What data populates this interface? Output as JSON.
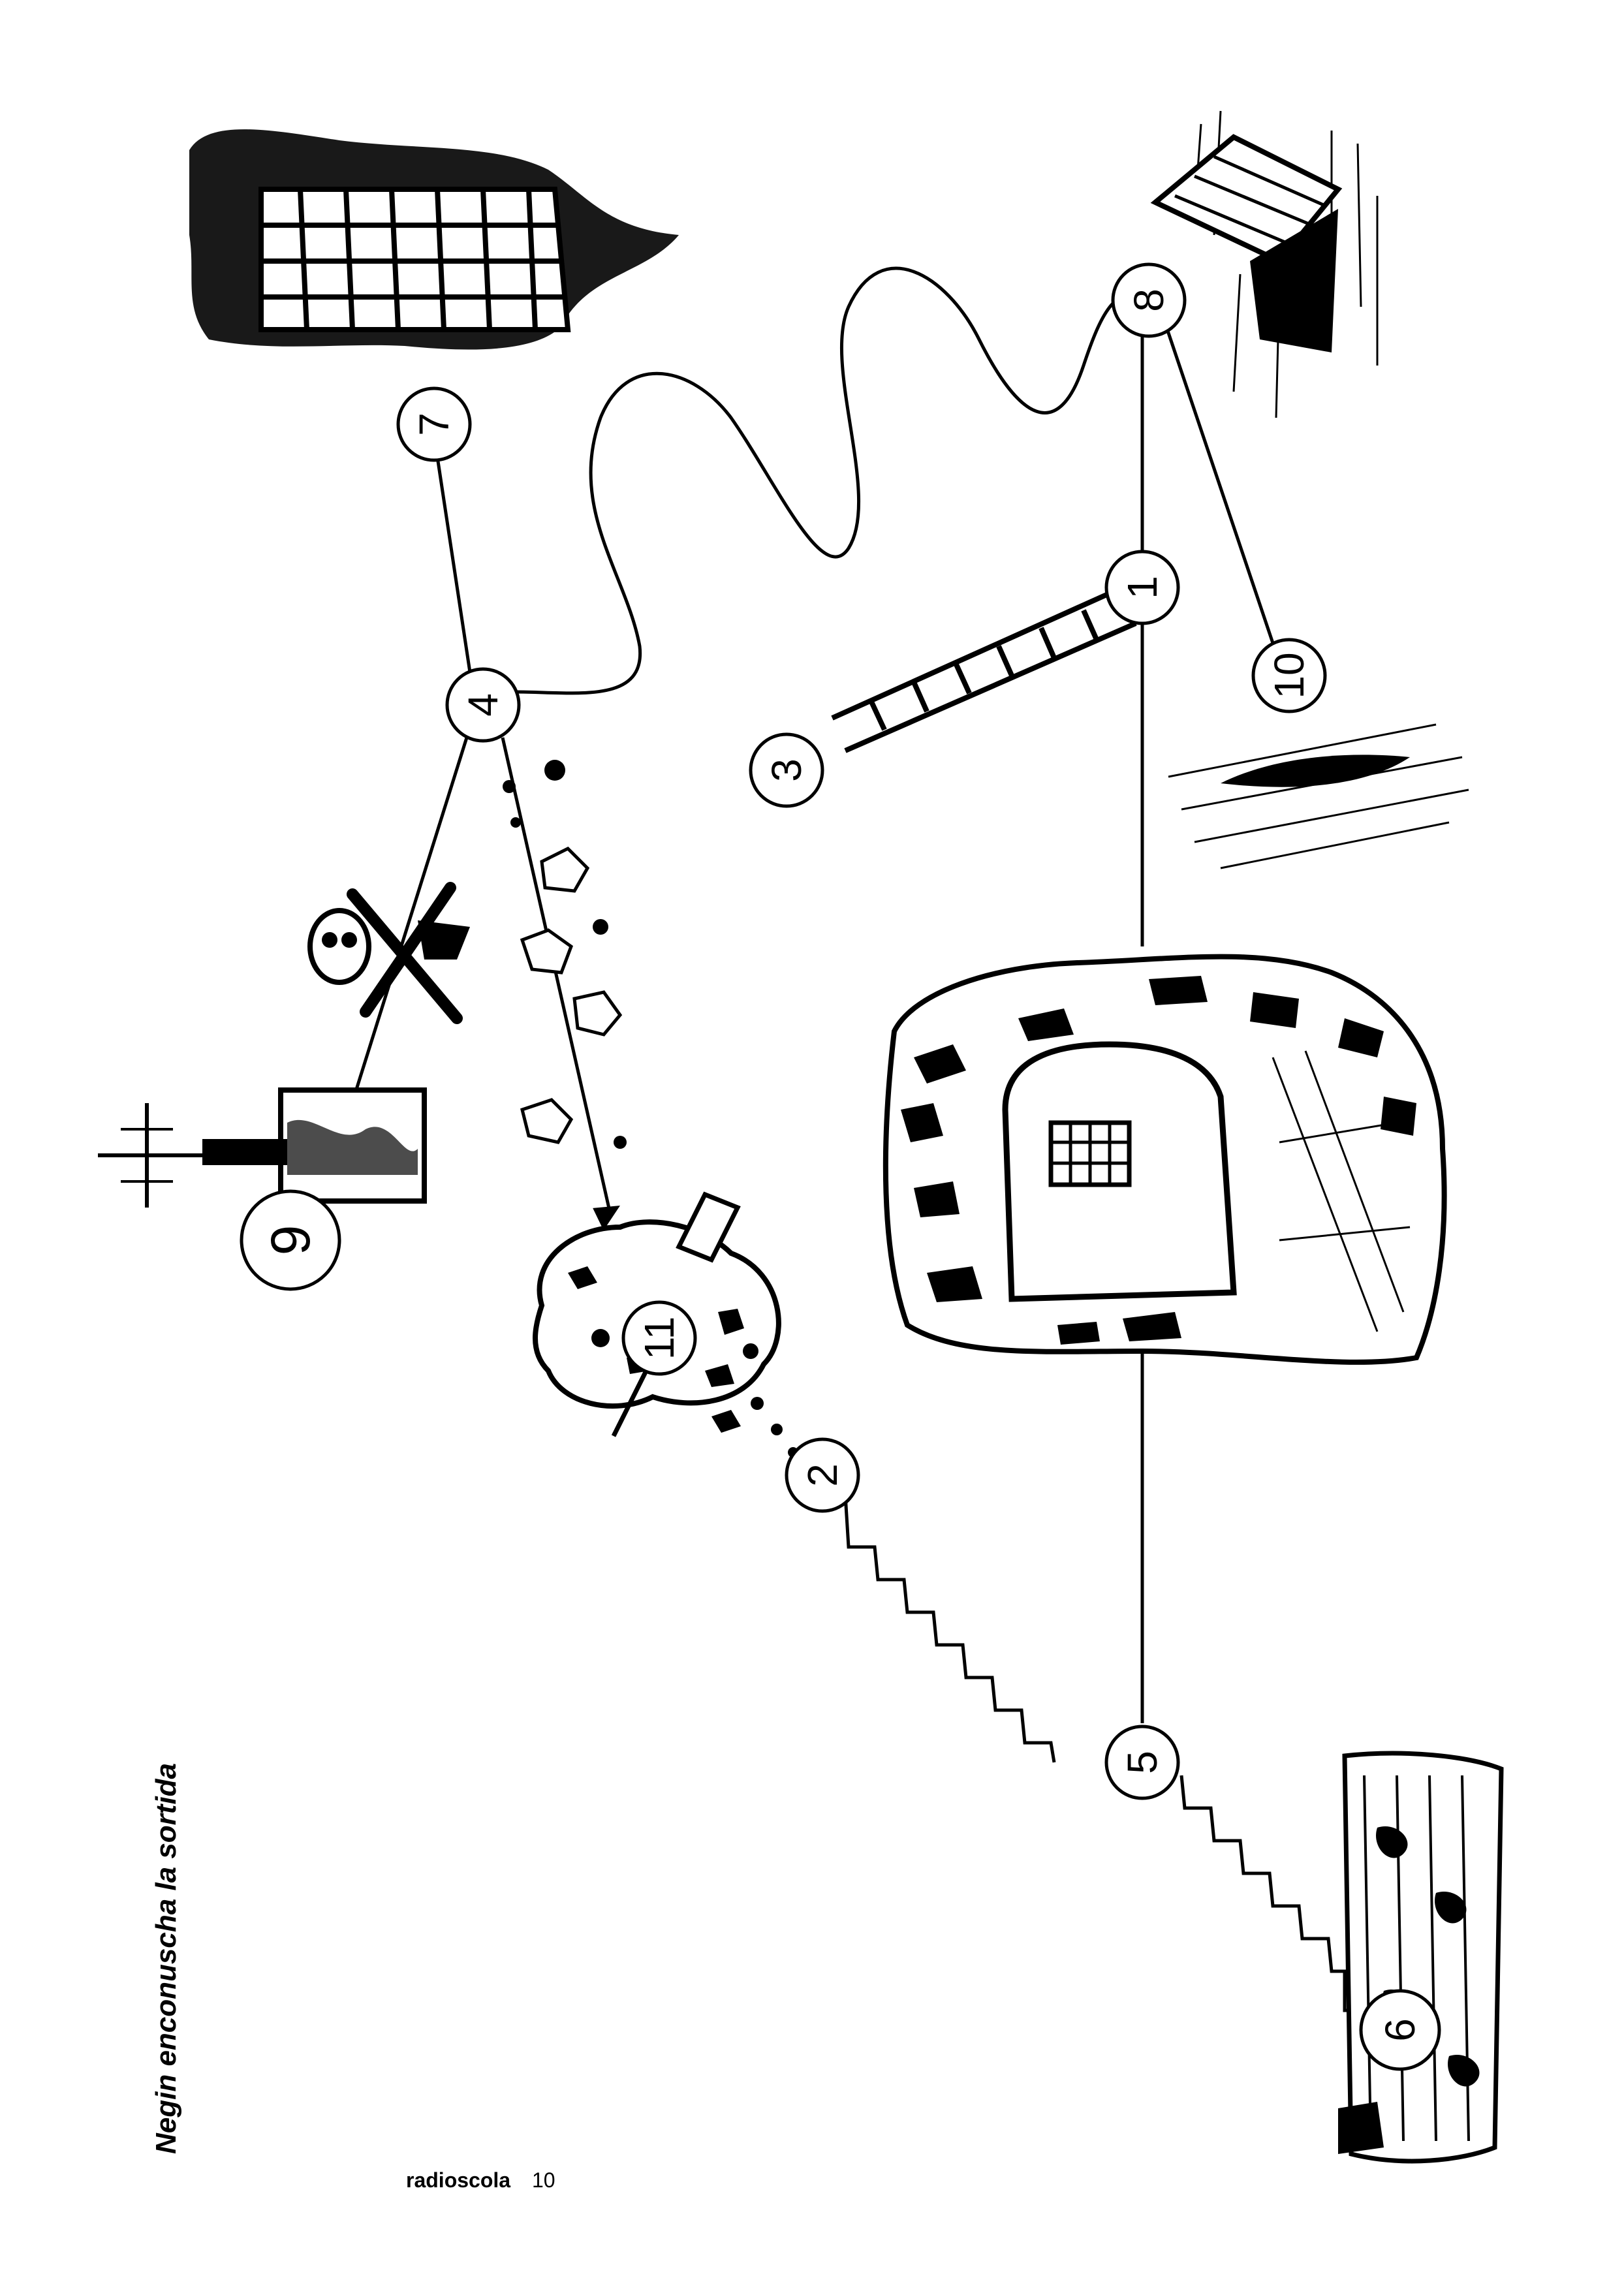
{
  "title": "Negin enconuscha la sortida",
  "footer": {
    "brand": "radioscola",
    "page": "10"
  },
  "nodes": [
    "1",
    "2",
    "3",
    "4",
    "5",
    "6",
    "7",
    "8",
    "9",
    "10",
    "11"
  ],
  "colors": {
    "ink": "#000000",
    "paper": "#ffffff"
  }
}
